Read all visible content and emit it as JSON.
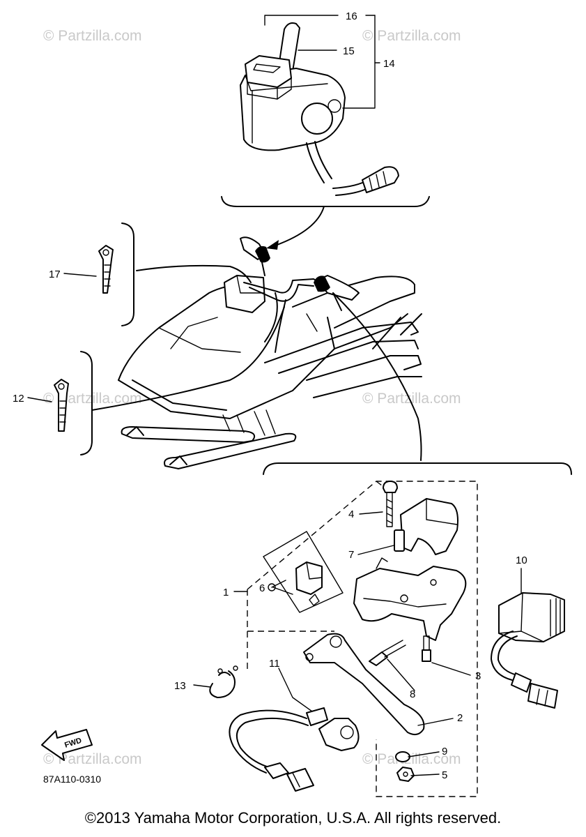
{
  "diagram": {
    "part_labels": [
      {
        "id": "1",
        "text": "1"
      },
      {
        "id": "2",
        "text": "2"
      },
      {
        "id": "3",
        "text": "3"
      },
      {
        "id": "4",
        "text": "4"
      },
      {
        "id": "5",
        "text": "5"
      },
      {
        "id": "6",
        "text": "6"
      },
      {
        "id": "7",
        "text": "7"
      },
      {
        "id": "8",
        "text": "8"
      },
      {
        "id": "9",
        "text": "9"
      },
      {
        "id": "10",
        "text": "10"
      },
      {
        "id": "11",
        "text": "11"
      },
      {
        "id": "12",
        "text": "12"
      },
      {
        "id": "13",
        "text": "13"
      },
      {
        "id": "14",
        "text": "14"
      },
      {
        "id": "15",
        "text": "15"
      },
      {
        "id": "16",
        "text": "16"
      },
      {
        "id": "17",
        "text": "17"
      }
    ],
    "watermark": "© Partzilla.com",
    "diagram_code": "87A110-0310",
    "fwd_label": "FWD"
  },
  "footer": {
    "copyright": "©2013 Yamaha Motor Corporation, U.S.A. All rights reserved."
  }
}
